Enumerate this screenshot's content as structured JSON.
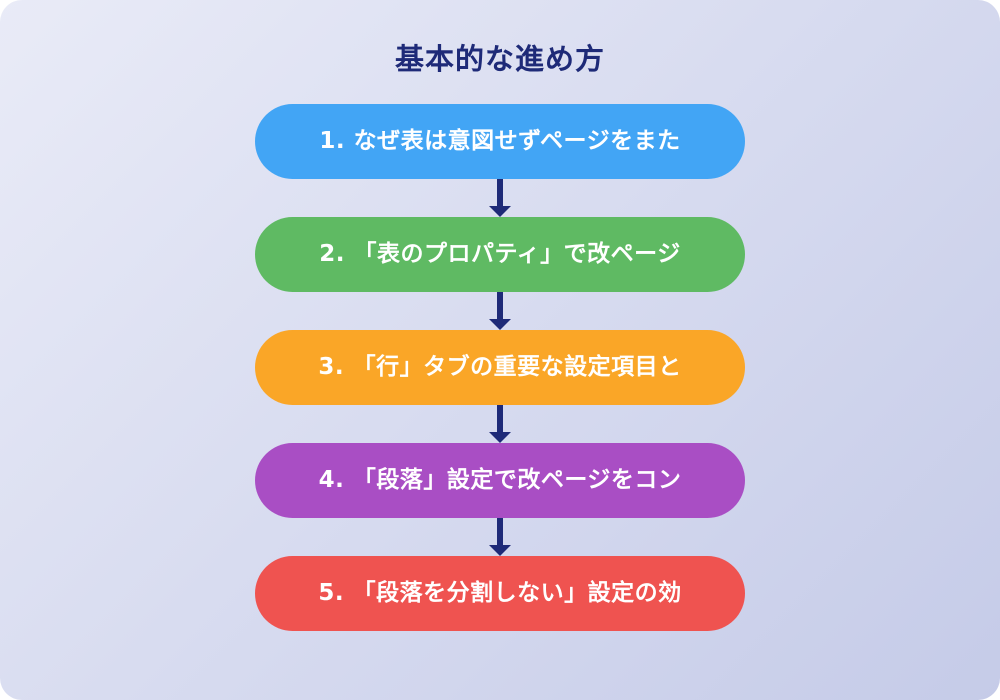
{
  "title": "基本的な進め方",
  "colors": {
    "background_start": "#e9ebf7",
    "background_end": "#c5cbe8",
    "title": "#1e2a78",
    "arrow": "#1e2a78",
    "step_text": "#ffffff"
  },
  "steps": [
    {
      "label": "1. なぜ表は意図せずページをまた",
      "color": "#42a5f5"
    },
    {
      "label": "2. 「表のプロパティ」で改ページ",
      "color": "#5fba63"
    },
    {
      "label": "3. 「行」タブの重要な設定項目と",
      "color": "#faa627"
    },
    {
      "label": "4. 「段落」設定で改ページをコン",
      "color": "#a94ec4"
    },
    {
      "label": "5. 「段落を分割しない」設定の効",
      "color": "#ef5350"
    }
  ]
}
